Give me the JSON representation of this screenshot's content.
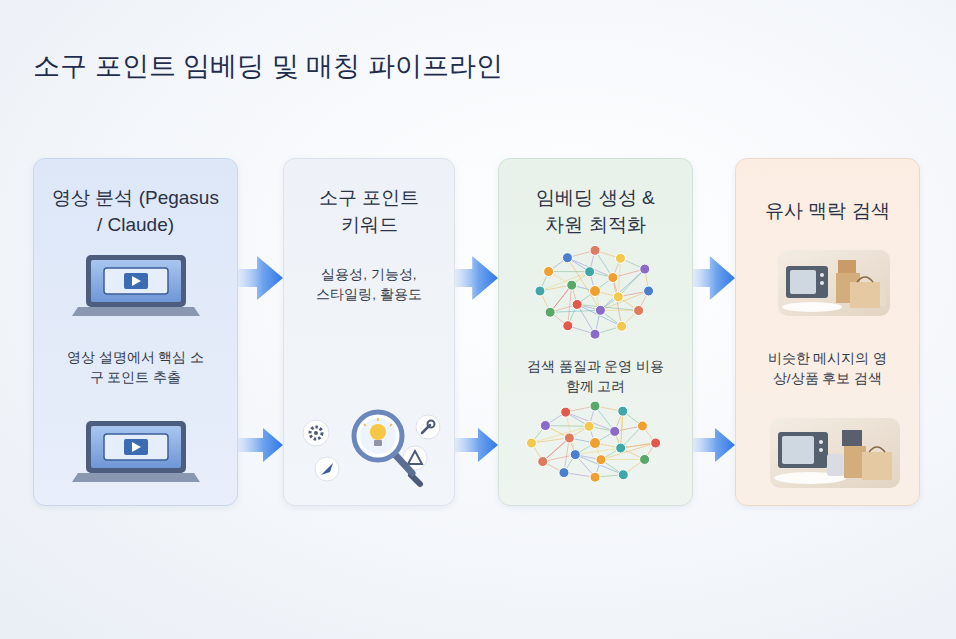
{
  "diagram": {
    "title": "소구 포인트 임베딩 및 매칭 파이프라인",
    "nodes": [
      {
        "text": [
          "영상 분석 (Pegasus / Claude)",
          "영상 설명에서 핵심 소구 포인트 추출"
        ]
      },
      {
        "text": [
          "소구 포인트 키워드",
          "실용성, 기능성, 스타일링, 활용도"
        ]
      },
      {
        "text": [
          "임베딩 생성 & 차원 최적화",
          "검색 품질과 운영 비용 함께 고려"
        ]
      },
      {
        "text": [
          "유사 맥락 검색",
          "비슷한 메시지의 영상/상품 후보 검색"
        ]
      }
    ],
    "edges": [
      {
        "from": 0,
        "to": 1,
        "arrow": "to"
      },
      {
        "from": 1,
        "to": 2,
        "arrow": "to"
      },
      {
        "from": 2,
        "to": 3,
        "arrow": "to"
      },
      {
        "from": 0,
        "to": 1,
        "arrow": "to"
      },
      {
        "from": 1,
        "to": 2,
        "arrow": "to"
      },
      {
        "from": 2,
        "to": 3,
        "arrow": "to"
      }
    ]
  }
}
